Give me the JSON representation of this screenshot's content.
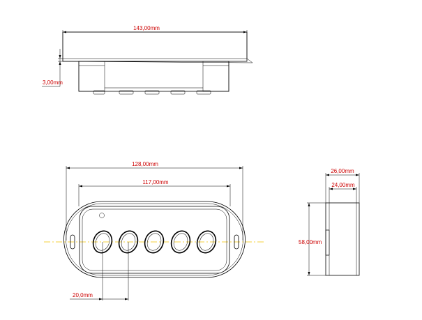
{
  "dimensions": {
    "top_length": "143,00mm",
    "top_thickness": "3,00mm",
    "outer_length": "128,00mm",
    "inner_length": "117,00mm",
    "pole_spacing": "20,0mm",
    "height": "58,00mm",
    "side_depth_outer": "26,00mm",
    "side_depth_inner": "24,00mm"
  },
  "colors": {
    "dimension_text": "#cc0000",
    "centerline": "#f2c200",
    "lines": "#000000"
  }
}
